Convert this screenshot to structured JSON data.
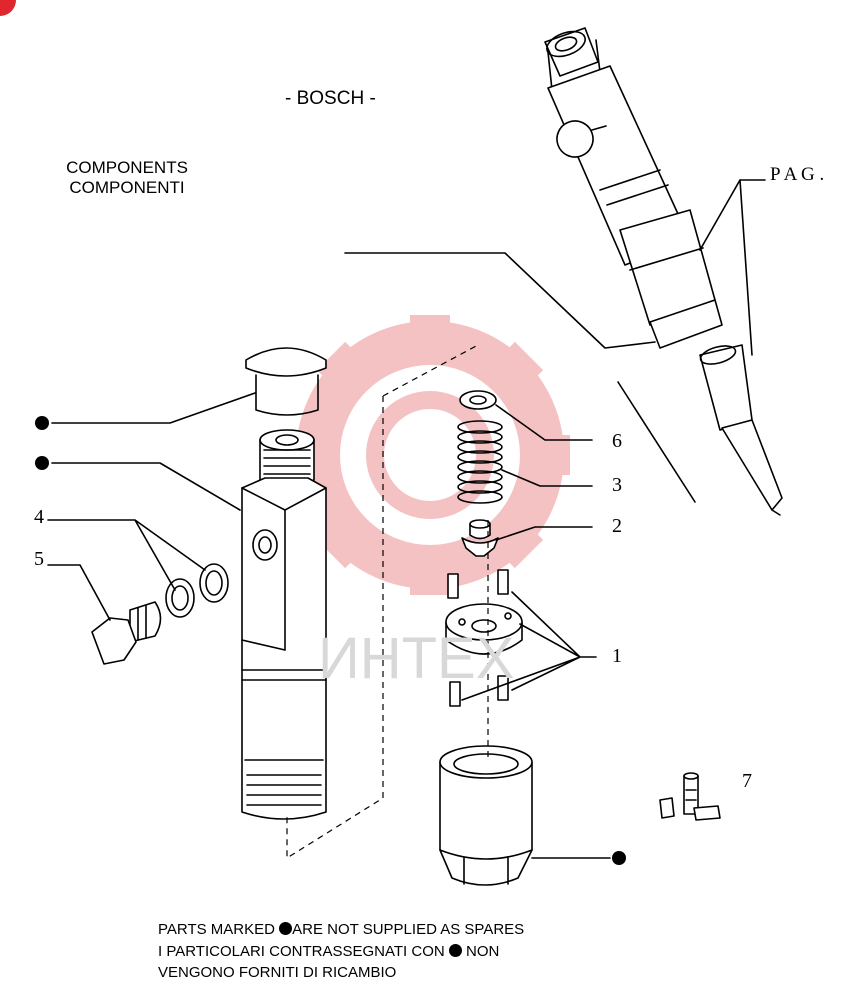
{
  "title": "- BOSCH -",
  "components_en": "COMPONENTS",
  "components_it": "COMPONENTI",
  "page_ref": "P A G .",
  "watermark": "ИНТЕХ",
  "colors": {
    "watermark": "#f3b8b8",
    "corner": "#e0272f",
    "ink": "#000000"
  },
  "callouts": {
    "c1": "1",
    "c2": "2",
    "c3": "3",
    "c4": "4",
    "c5": "5",
    "c6": "6",
    "c7": "7"
  },
  "note": {
    "line1_before": "PARTS MARKED ",
    "line1_after": "ARE NOT SUPPLIED AS SPARES",
    "line2_before": "I  PARTICOLARI  CONTRASSEGNATI  CON ",
    "line2_after": " NON",
    "line3": "VENGONO FORNITI DI RICAMBIO"
  }
}
